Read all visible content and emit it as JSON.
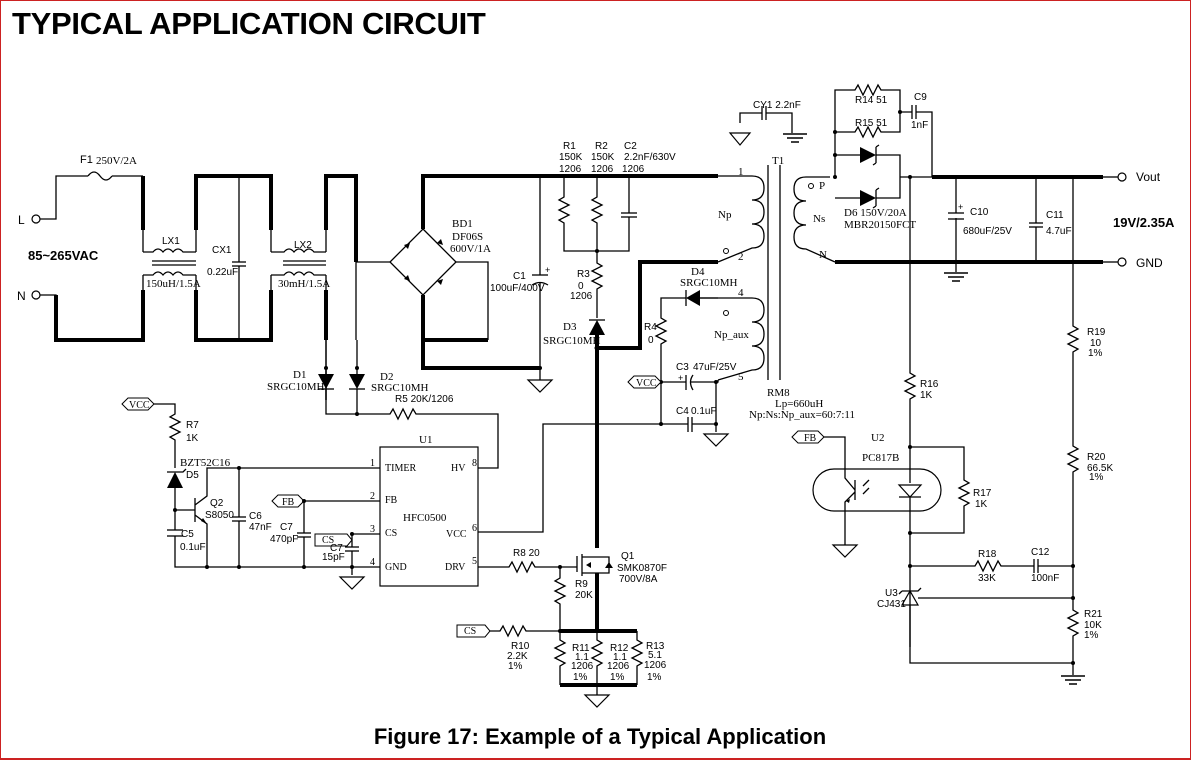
{
  "page": {
    "title": "TYPICAL APPLICATION CIRCUIT",
    "caption": "Figure 17: Example of a Typical Application",
    "border_color": "#cc2222"
  },
  "input": {
    "line_label": "L",
    "neutral_label": "N",
    "voltage": "85~265VAC"
  },
  "output": {
    "vout_label": "Vout",
    "gnd_label": "GND",
    "rating": "19V/2.35A"
  },
  "components": {
    "F1": {
      "ref": "F1",
      "value": "250V/2A"
    },
    "LX1": {
      "ref": "LX1",
      "value": "150uH/1.5A"
    },
    "CX1": {
      "ref": "CX1",
      "value": "0.22uF"
    },
    "LX2": {
      "ref": "LX2",
      "value": "30mH/1.5A"
    },
    "BD1": {
      "ref": "BD1",
      "part": "DF06S",
      "value": "600V/1A"
    },
    "C1": {
      "ref": "C1",
      "value": "100uF/400V"
    },
    "R1": {
      "ref": "R1",
      "value": "150K",
      "pkg": "1206"
    },
    "R2": {
      "ref": "R2",
      "value": "150K",
      "pkg": "1206"
    },
    "C2": {
      "ref": "C2",
      "value": "2.2nF/630V",
      "pkg": "1206"
    },
    "R3": {
      "ref": "R3",
      "value": "0",
      "pkg": "1206"
    },
    "D3": {
      "ref": "D3",
      "part": "SRGC10MH"
    },
    "D4": {
      "ref": "D4",
      "part": "SRGC10MH"
    },
    "R4": {
      "ref": "R4",
      "value": "0"
    },
    "C3": {
      "ref": "C3",
      "value": "47uF/25V"
    },
    "C4": {
      "ref": "C4",
      "value": "0.1uF"
    },
    "CY1": {
      "ref": "CY1",
      "value": "2.2nF"
    },
    "T1": {
      "ref": "T1",
      "core": "RM8",
      "lp": "Lp=660uH",
      "ratio": "Np:Ns:Np_aux=60:7:11",
      "np": "Np",
      "ns": "Ns",
      "naux": "Np_aux",
      "pin1": "1",
      "pin2": "2",
      "pin4": "4",
      "pin5": "5",
      "p": "P",
      "n": "N"
    },
    "R14": {
      "label": "R14 51"
    },
    "R15": {
      "label": "R15 51"
    },
    "C9": {
      "ref": "C9",
      "value": "1nF"
    },
    "D6": {
      "ref": "D6",
      "value": "150V/20A",
      "part": "MBR20150FCT"
    },
    "C10": {
      "ref": "C10",
      "value": "680uF/25V"
    },
    "C11": {
      "ref": "C11",
      "value": "4.7uF"
    },
    "D1": {
      "ref": "D1",
      "part": "SRGC10MH"
    },
    "D2": {
      "ref": "D2",
      "part": "SRGC10MH"
    },
    "R5": {
      "ref": "R5",
      "value": "20K/1206"
    },
    "R7": {
      "ref": "R7",
      "value": "1K"
    },
    "D5": {
      "ref": "D5",
      "part": "BZT52C16"
    },
    "Q2": {
      "ref": "Q2",
      "part": "S8050"
    },
    "C5": {
      "ref": "C5",
      "value": "0.1uF"
    },
    "C6": {
      "ref": "C6",
      "value": "47nF"
    },
    "C7a": {
      "ref": "C7",
      "value": "470pF"
    },
    "C7b": {
      "ref": "C7",
      "value": "15pF"
    },
    "U1": {
      "ref": "U1",
      "part": "HFC0500",
      "pins": [
        {
          "num": "1",
          "name": "TIMER"
        },
        {
          "num": "2",
          "name": "FB"
        },
        {
          "num": "3",
          "name": "CS"
        },
        {
          "num": "4",
          "name": "GND"
        },
        {
          "num": "8",
          "name": "HV"
        },
        {
          "num": "6",
          "name": "VCC"
        },
        {
          "num": "5",
          "name": "DRV"
        }
      ]
    },
    "R8": {
      "ref": "R8",
      "value": "20"
    },
    "Q1": {
      "ref": "Q1",
      "part": "SMK0870F",
      "value": "700V/8A"
    },
    "R9": {
      "ref": "R9",
      "value": "20K"
    },
    "R10": {
      "ref": "R10",
      "value": "2.2K",
      "tol": "1%"
    },
    "R11": {
      "ref": "R11",
      "value": "1.1",
      "pkg": "1206",
      "tol": "1%"
    },
    "R12": {
      "ref": "R12",
      "value": "1.1",
      "pkg": "1206",
      "tol": "1%"
    },
    "R13": {
      "ref": "R13",
      "value": "5.1",
      "pkg": "1206",
      "tol": "1%"
    },
    "R16": {
      "ref": "R16",
      "value": "1K"
    },
    "R17": {
      "ref": "R17",
      "value": "1K"
    },
    "U2": {
      "ref": "U2",
      "part": "PC817B"
    },
    "R18": {
      "ref": "R18",
      "value": "33K"
    },
    "C12": {
      "ref": "C12",
      "value": "100nF"
    },
    "U3": {
      "ref": "U3",
      "part": "CJ431"
    },
    "R19": {
      "ref": "R19",
      "value": "10",
      "tol": "1%"
    },
    "R20": {
      "ref": "R20",
      "value": "66.5K",
      "tol": "1%"
    },
    "R21": {
      "ref": "R21",
      "value": "10K",
      "tol": "1%"
    }
  },
  "net_labels": {
    "vcc": "VCC",
    "fb": "FB",
    "cs": "CS"
  }
}
